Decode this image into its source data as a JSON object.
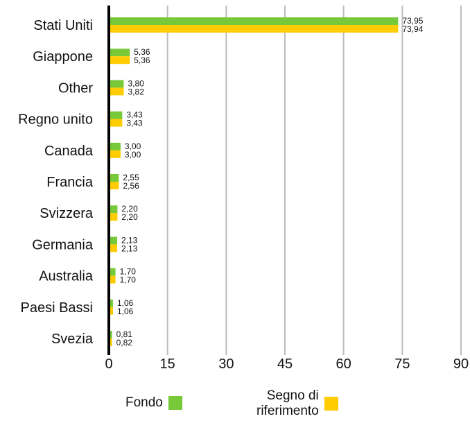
{
  "chart_data": {
    "type": "bar",
    "orientation": "horizontal",
    "categories": [
      "Stati Uniti",
      "Giappone",
      "Other",
      "Regno unito",
      "Canada",
      "Francia",
      "Svizzera",
      "Germania",
      "Australia",
      "Paesi Bassi",
      "Svezia"
    ],
    "series": [
      {
        "name": "Fondo",
        "color": "#77c93a",
        "values": [
          73.95,
          5.36,
          3.8,
          3.43,
          3.0,
          2.55,
          2.2,
          2.13,
          1.7,
          1.06,
          0.81
        ],
        "labels": [
          "73,95",
          "5,36",
          "3,80",
          "3,43",
          "3,00",
          "2,55",
          "2,20",
          "2,13",
          "1,70",
          "1,06",
          "0,81"
        ]
      },
      {
        "name": "Segno di riferimento",
        "color": "#ffcc00",
        "values": [
          73.94,
          5.36,
          3.82,
          3.43,
          3.0,
          2.56,
          2.2,
          2.13,
          1.7,
          1.06,
          0.82
        ],
        "labels": [
          "73,94",
          "5,36",
          "3,82",
          "3,43",
          "3,00",
          "2,56",
          "2,20",
          "2,13",
          "1,70",
          "1,06",
          "0,82"
        ]
      }
    ],
    "xlim": [
      0,
      90
    ],
    "xticks": [
      0,
      15,
      30,
      45,
      60,
      75,
      90
    ],
    "xtick_labels": [
      "0",
      "15",
      "30",
      "45",
      "60",
      "75",
      "90"
    ],
    "grid": true,
    "legend_position": "bottom"
  },
  "legend": {
    "fund_label": "Fondo",
    "benchmark_line1": "Segno di",
    "benchmark_line2": "riferimento"
  }
}
